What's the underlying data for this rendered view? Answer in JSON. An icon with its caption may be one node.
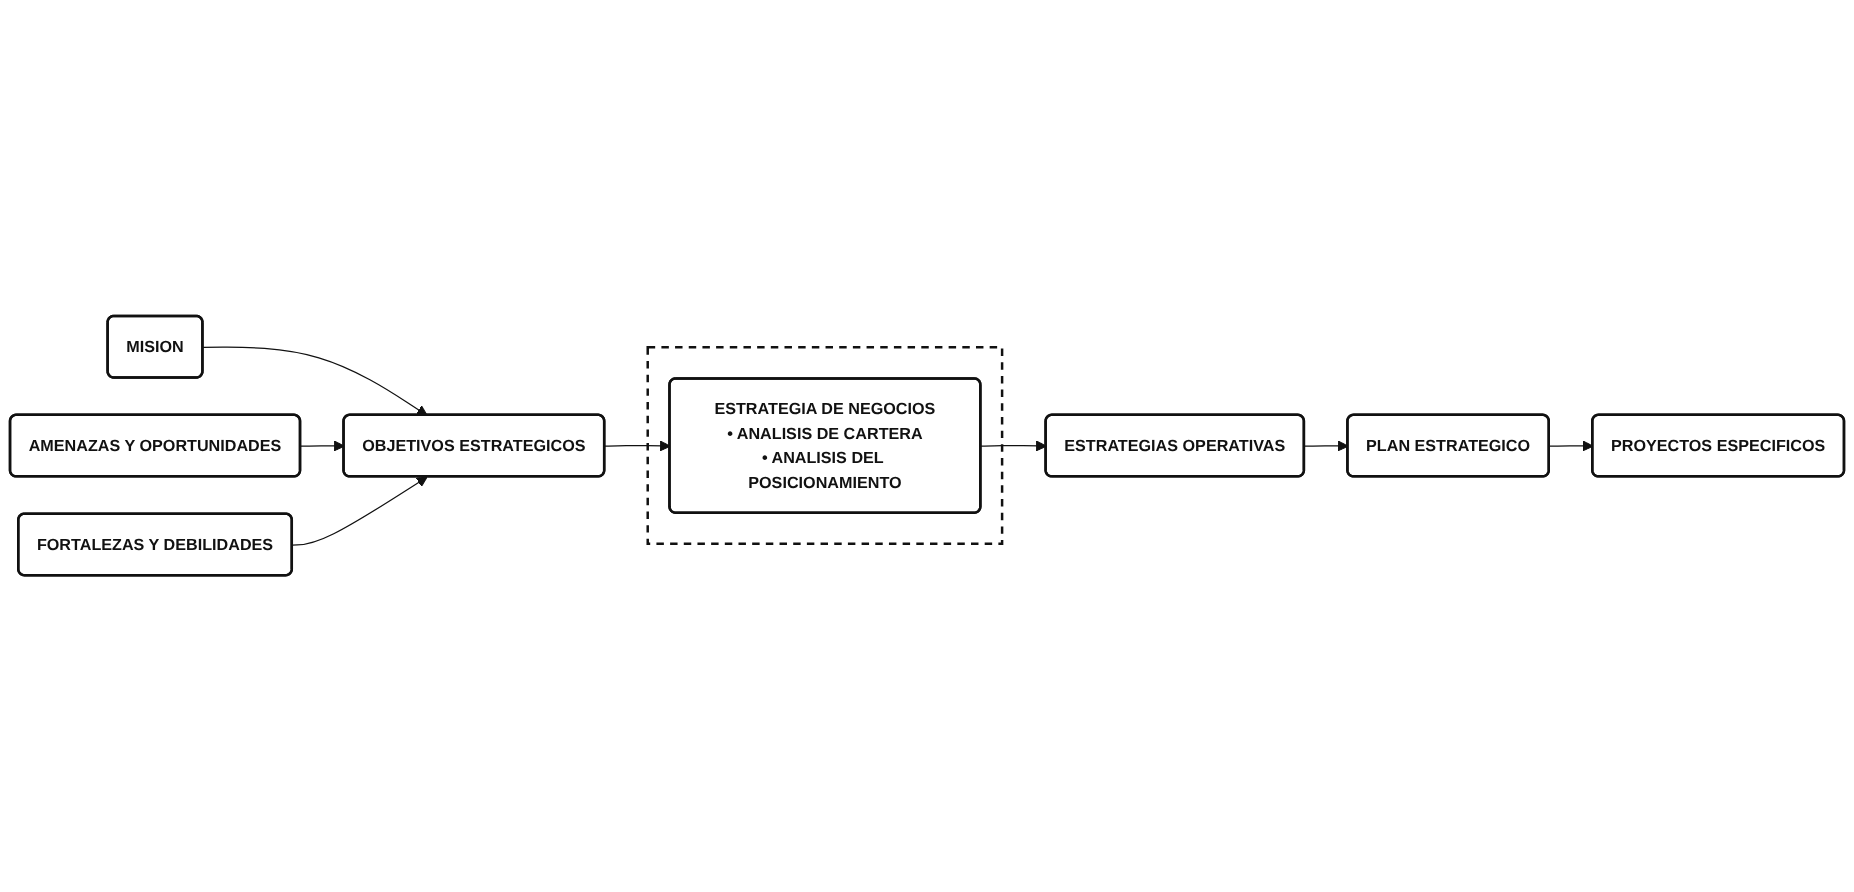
{
  "diagram": {
    "nodes": [
      {
        "text": [
          "MISION"
        ]
      },
      {
        "text": [
          "AMENAZAS Y OPORTUNIDADES"
        ]
      },
      {
        "text": [
          "OBJETIVOS ESTRATEGICOS"
        ]
      },
      {
        "text": [
          "FORTALEZAS Y DEBILIDADES"
        ]
      },
      {
        "text": [],
        "shape": "box"
      },
      {
        "text": [
          "ESTRATEGIA DE NEGOCIOS",
          "• ANALISIS DE CARTERA",
          "• ANALISIS DEL POSICIONAMIENTO"
        ],
        "in": 4
      },
      {
        "text": [
          "ESTRATEGIAS OPERATIVAS"
        ]
      },
      {
        "text": [
          "PLAN ESTRATEGICO"
        ]
      },
      {
        "text": [
          "PROYECTOS ESPECIFICOS"
        ]
      }
    ],
    "edges": [
      {
        "from": 0,
        "to": 2,
        "arrow": "to"
      },
      {
        "from": 1,
        "to": 2,
        "arrow": "to"
      },
      {
        "from": 3,
        "to": 2,
        "arrow": "to"
      },
      {
        "from": 2,
        "to": 5,
        "arrow": "to"
      },
      {
        "from": 5,
        "to": 6,
        "arrow": "to"
      },
      {
        "from": 6,
        "to": 7,
        "arrow": "to"
      },
      {
        "from": 7,
        "to": 8,
        "arrow": "to"
      }
    ]
  }
}
